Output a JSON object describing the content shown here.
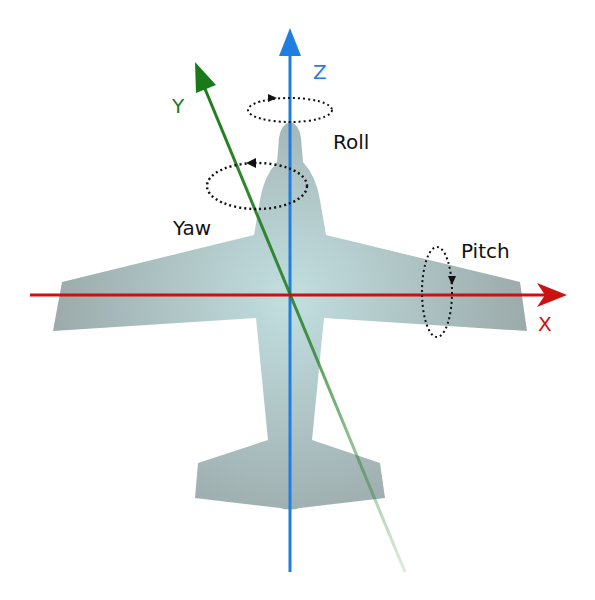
{
  "diagram": {
    "labels": [
      "Z",
      "Y",
      "X",
      "Roll",
      "Yaw",
      "Pitch"
    ]
  }
}
